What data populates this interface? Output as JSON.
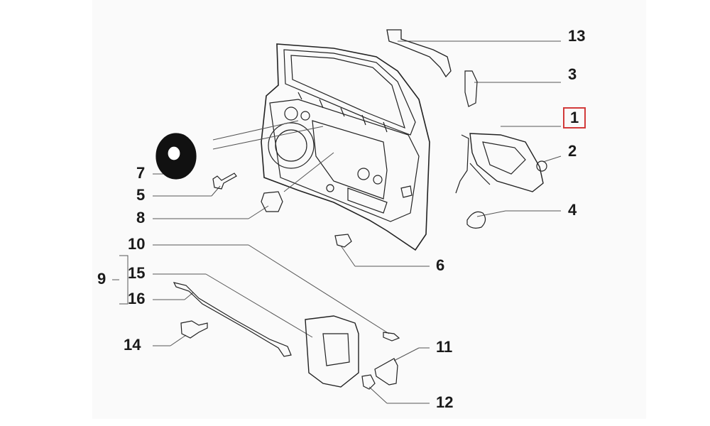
{
  "diagram": {
    "highlight_color": "#d23a3a",
    "callouts": {
      "c13": "13",
      "c3": "3",
      "c1": "1",
      "c2": "2",
      "c4": "4",
      "c7": "7",
      "c5": "5",
      "c8": "8",
      "c10": "10",
      "c6": "6",
      "c9": "9",
      "c15": "15",
      "c16": "16",
      "c14": "14",
      "c11": "11",
      "c12": "12"
    }
  }
}
